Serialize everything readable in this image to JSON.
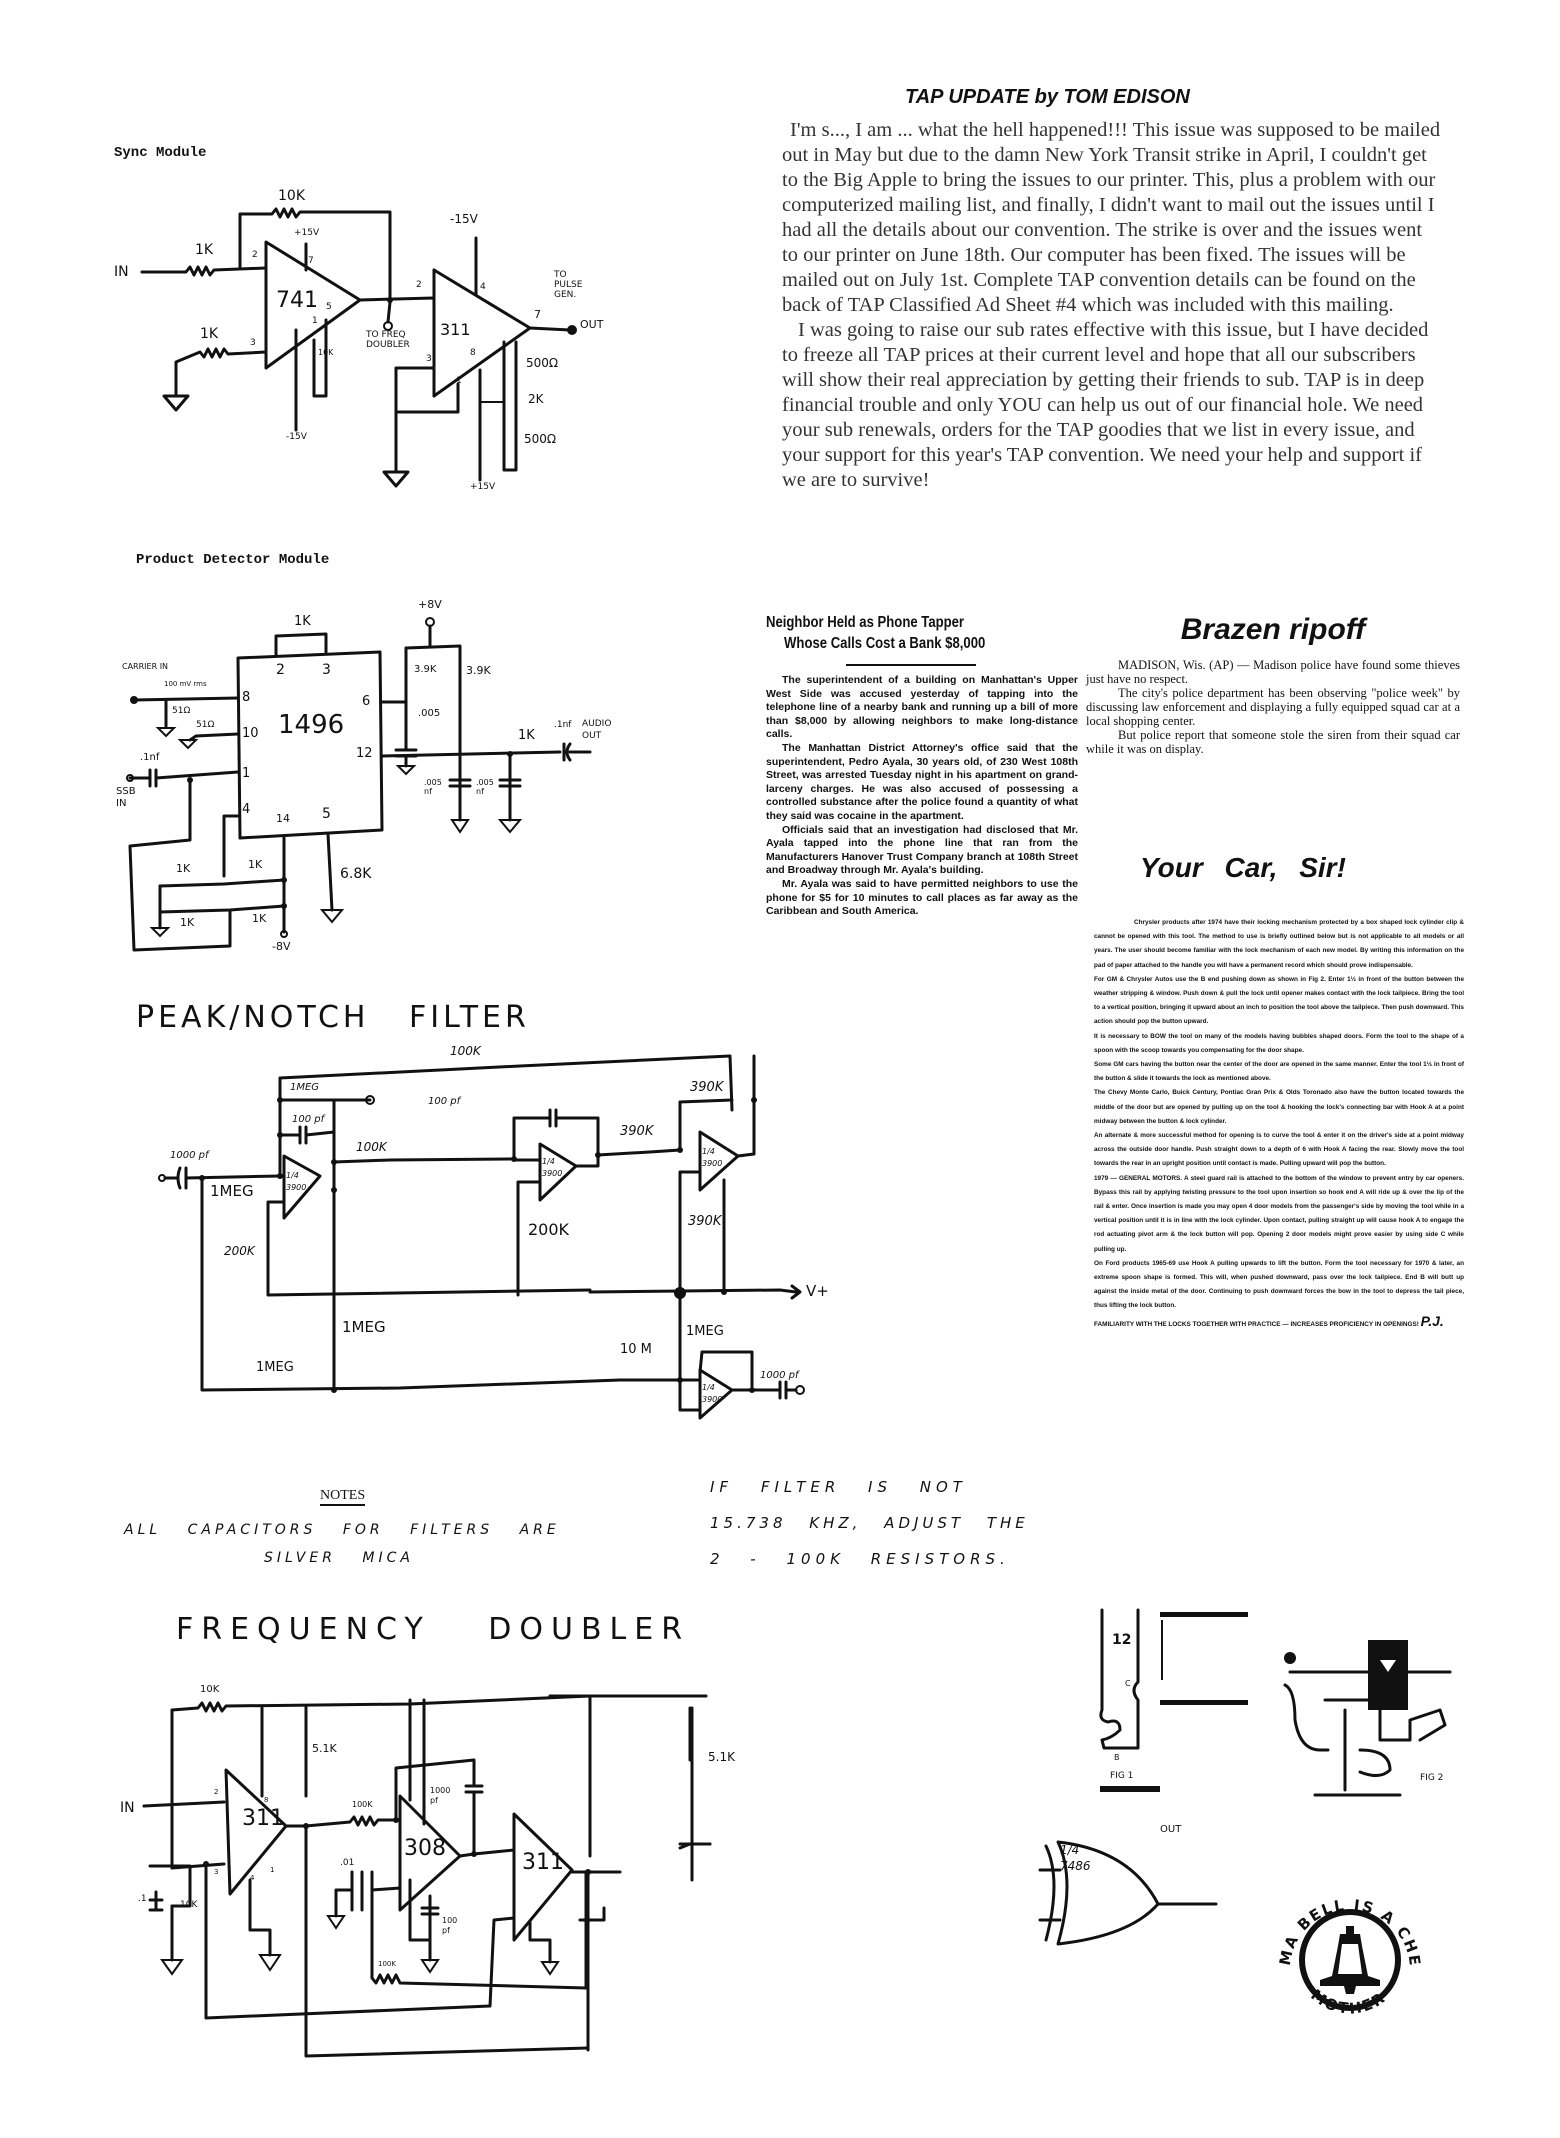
{
  "tap_update": {
    "title": "TAP UPDATE by TOM EDISON",
    "paragraphs": [
      "I'm s..., I am ... what the hell happened!!! This issue was supposed to be mailed out in May but due to the damn New York Transit strike in April, I couldn't get to the Big Apple to bring the issues to our printer. This, plus a problem with our computerized mailing list, and finally, I didn't want to mail out the issues until I had all the details about our convention. The strike is over and the issues went to our printer on June 18th. Our computer has been fixed. The issues will be mailed out on July 1st. Complete TAP convention details can be found on the back of TAP Classified Ad Sheet #4 which was included with this mailing.",
      "I was going to raise our sub rates effective with this issue, but I have decided to freeze all TAP prices at their current level and hope that all our subscribers will show their real appreciation by getting their friends to sub. TAP is in deep financial trouble and only YOU can help us out of our financial hole. We need your sub renewals, orders for the TAP goodies that we list in every issue, and your support for this year's TAP convention. We need your help and support if we are to survive!"
    ]
  },
  "neighbor_article": {
    "headline_line1": "Neighbor Held as Phone Tapper",
    "headline_line2": "Whose Calls Cost a Bank $8,000",
    "paragraphs": [
      "The superintendent of a building on Manhattan's Upper West Side was accused yesterday of tapping into the telephone line of a nearby bank and running up a bill of more than $8,000 by allowing neighbors to make long-distance calls.",
      "The Manhattan District Attorney's office said that the superintendent, Pedro Ayala, 30 years old, of 230 West 108th Street, was arrested Tuesday night in his apartment on grand-larceny charges. He was also accused of possessing a controlled substance after the police found a quantity of what they said was cocaine in the apartment.",
      "Officials said that an investigation had disclosed that Mr. Ayala tapped into the phone line that ran from the Manufacturers Hanover Trust Company branch at 108th Street and Broadway through Mr. Ayala's building.",
      "Mr. Ayala was said to have permitted neighbors to use the phone for $5 for 10 minutes to call places as far away as the Caribbean and South America."
    ]
  },
  "brazen_article": {
    "headline": "Brazen ripoff",
    "paragraphs": [
      "MADISON, Wis. (AP) — Madison police have found some thieves just have no respect.",
      "The city's police department has been observing \"police week\" by discussing law enforcement and displaying a fully equipped squad car at a local shopping center.",
      "But police report that someone stole the siren from their squad car while it was on display."
    ]
  },
  "car_article": {
    "headline": "Your Car, Sir!",
    "paragraphs": [
      "Chrysler products after 1974 have their locking mechanism protected by a box shaped lock cylinder clip & cannot be opened with this tool. The method to use is briefly outlined below but is not applicable to all models or all years. The user should become familiar with the lock mechanism of each new model. By writing this information on the pad of paper attached to the handle you will have a permanent record which should prove indispensable.",
      "For GM & Chrysler Autos use the B end pushing down as shown in Fig 2. Enter 1½ in front of the button between the weather stripping & window. Push down & pull the lock until opener makes contact with the lock tailpiece. Bring the tool to a vertical position, bringing it upward about an inch to position the tool above the tailpiece. Then push downward. This action should pop the button upward.",
      "It is necessary to BOW the tool on many of the models having bubbles shaped doors. Form the tool to the shape of a spoon with the scoop towards you compensating for the door shape.",
      "Some GM cars having the button near the center of the door are opened in the same manner. Enter the tool 1½ in front of the button & slide it towards the lock as mentioned above.",
      "The Chevy Monte Carlo, Buick Century, Pontiac Gran Prix & Olds Toronado also have the button located towards the middle of the door but are opened by pulling up on the tool & hooking the lock's connecting bar with Hook A at a point midway between the button & lock cylinder.",
      "An alternate & more successful method for opening is to curve the tool & enter it on the driver's side at a point midway across the outside door handle. Push straight down to a depth of 6 with Hook A facing the rear. Slowly move the tool towards the rear in an upright position until contact is made. Pulling upward will pop the button.",
      "1979 — GENERAL MOTORS. A steel guard rail is attached to the bottom of the window to prevent entry by car openers. Bypass this rail by applying twisting pressure to the tool upon insertion so hook end A will ride up & over the lip of the rail & enter. Once insertion is made you may open 4 door models from the passenger's side by moving the tool while in a vertical position until it is in line with the lock cylinder. Upon contact, pulling straight up will cause hook A to engage the rod actuating pivot arm & the lock button will pop. Opening 2 door models might prove easier by using side C while pulling up.",
      "On Ford products 1965-69 use Hook A pulling upwards to lift the button. Form the tool necessary for 1970 & later, an extreme spoon shape is formed. This will, when pushed downward, pass over the lock tailpiece. End B will butt up against the inside metal of the door. Continuing to push downward forces the bow in the tool to depress the tail piece, thus lifting the lock button.",
      "FAMILIARITY WITH THE LOCKS TOGETHER WITH PRACTICE — INCREASES PROFICIENCY IN OPENINGS!"
    ],
    "signature": "P.J.",
    "fig1_number": "12",
    "fig1_label": "FIG 1",
    "fig2_label": "FIG 2",
    "fig1_end_label": "B",
    "fig1_side_label": "C"
  },
  "sync_module": {
    "title": "Sync Module",
    "labels": {
      "in": "IN",
      "r_in": "1K",
      "r_fb": "10K",
      "r_gnd": "1K",
      "opamp": "741",
      "comparator": "311",
      "v_pos": "+15V",
      "v_neg": "-15V",
      "v_neg2": "-15V",
      "v_pos2": "+15V",
      "to_freq": "TO FREQ DOUBLER",
      "to_pulse": "TO PULSE GEN.",
      "out": "OUT",
      "r500a": "500Ω",
      "r2k": "2K",
      "r500b": "500Ω",
      "pin2": "2",
      "pin3": "3",
      "pin7": "7",
      "pin1": "1",
      "pin5": "5",
      "c_pin2": "2",
      "c_pin3": "3",
      "c_pin4": "4",
      "c_pin7": "7",
      "c_pin8": "8",
      "c_pin1": "1",
      "pot": "10K"
    }
  },
  "product_detector": {
    "title": "Product Detector Module",
    "labels": {
      "carrier_in": "CARRIER IN",
      "carrier_level": "100 mV rms",
      "r51a": "51Ω",
      "r51b": "51Ω",
      "cap_in": ".1nf",
      "ssb_in": "SSB IN",
      "chip": "1496",
      "r_top": "1K",
      "vcc": "+8V",
      "r39a": "3.9K",
      "r39b": "3.9K",
      "c005a": ".005",
      "c005b": ".005 nf",
      "c005c": ".005 nf",
      "r_out": "1K",
      "c_out": ".1nf",
      "audio_out": "AUDIO OUT",
      "r68": "6.8K",
      "vee": "-8V",
      "r1": "1K",
      "r2": "1K",
      "r3": "1K",
      "r4": "1K",
      "pins": [
        "2",
        "3",
        "8",
        "10",
        "1",
        "4",
        "14",
        "5",
        "6",
        "12"
      ]
    }
  },
  "peak_notch": {
    "title": "PEAK/NOTCH FILTER",
    "labels": {
      "c_in": "1000 pf",
      "r_in": "1MEG",
      "r_fb1": "1MEG",
      "c_fb1": "100 pf",
      "r_top": "100K",
      "r_mid": "100K",
      "c_fb2": "100 pf",
      "r390a": "390K",
      "r390b": "390K",
      "r390c": "390K",
      "r200a": "200K",
      "r200b": "200K",
      "r1meg_v": "1MEG",
      "r1meg_b": "1MEG",
      "r10m": "10 M",
      "r1meg_fb": "1MEG",
      "c_out": "1000 pf",
      "vplus": "V+",
      "amp": "1/4 3900"
    },
    "notes_title": "NOTES",
    "notes": [
      "ALL CAPACITORS FOR FILTERS ARE",
      "SILVER MICA"
    ],
    "adjust": [
      "IF FILTER IS NOT",
      "15.738 KHZ, ADJUST THE",
      "2 - 100K RESISTORS."
    ]
  },
  "frequency_doubler": {
    "title": "FREQUENCY DOUBLER",
    "labels": {
      "in": "IN",
      "r10k_top": "10K",
      "r51a": "5.1K",
      "r51b": "5.1K",
      "comp1": "311",
      "comp2": "311",
      "opamp": "308",
      "r100k": "100K",
      "r100k_b": "100K",
      "c1000": "1000 pf",
      "c100": "100 pf",
      "c01": ".01",
      "c1": ".1",
      "r10k_b": "10K",
      "gate": "1/4 7486",
      "out": "OUT",
      "p2": "2",
      "p3": "3",
      "p4": "4",
      "p8": "8",
      "p1": "1"
    }
  },
  "logo": {
    "text_top": "MA BELL IS A CHEAP",
    "text_bottom": "MOTHER"
  }
}
